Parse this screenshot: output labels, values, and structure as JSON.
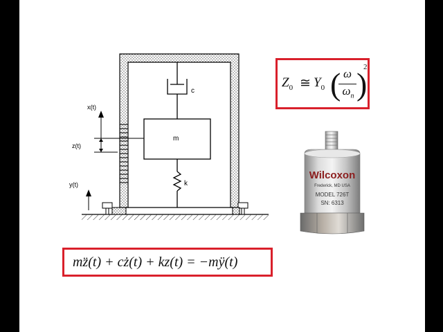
{
  "diagram": {
    "labels": {
      "damper": "c",
      "mass": "m",
      "spring": "k",
      "x": "x(t)",
      "z": "z(t)",
      "y": "y(t)"
    }
  },
  "equations": {
    "motion": "mz̈(t) + cż(t) + kz(t) = −mÿ(t)",
    "amplitude": {
      "lhs": "Z",
      "lhs_sub": "0",
      "relation": "≅",
      "coef": "Y",
      "coef_sub": "0",
      "numerator": "ω",
      "denominator": "ω",
      "denominator_sub": "n",
      "power": "2"
    }
  },
  "sensor": {
    "brand": "Wilcoxon",
    "location": "Frederick, MD USA",
    "model": "MODEL 726T",
    "serial": "SN: 6313"
  },
  "colors": {
    "box_border": "#d9202b",
    "background": "#ffffff",
    "frame": "#000000"
  }
}
